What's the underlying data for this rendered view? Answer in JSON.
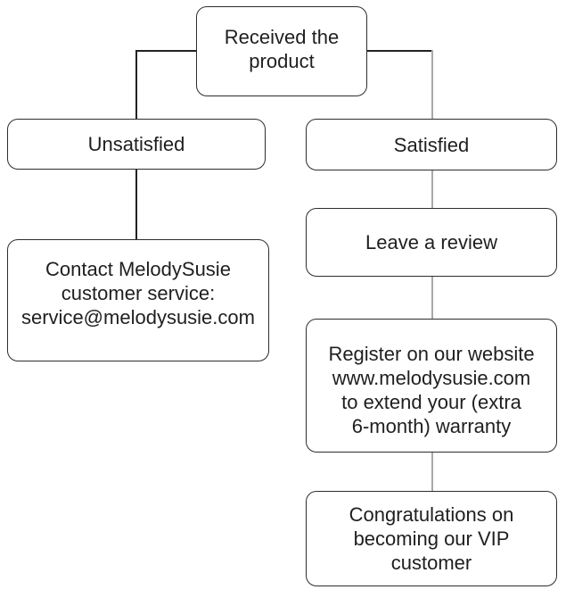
{
  "theme": {
    "bg": "#ffffff",
    "node_bg": "#ffffff",
    "node_border": "#2d2d2d",
    "text": "#1f1f1f",
    "connector_dark": "#222222",
    "connector_gray": "#a8a8a8"
  },
  "nodes": {
    "received": {
      "label": "Received the\nproduct"
    },
    "unsatisfied": {
      "label": "Unsatisfied"
    },
    "satisfied": {
      "label": "Satisfied"
    },
    "contact": {
      "label": "Contact MelodySusie\ncustomer service:\nservice@melodysusie.com"
    },
    "leave_review": {
      "label": "Leave a review"
    },
    "register": {
      "label": "Register on our website\nwww.melodysusie.com\nto extend your (extra\n6-month) warranty"
    },
    "vip": {
      "label": "Congratulations on\nbecoming our VIP\ncustomer"
    }
  },
  "edges": [
    {
      "from": "received",
      "to": "unsatisfied"
    },
    {
      "from": "received",
      "to": "satisfied"
    },
    {
      "from": "unsatisfied",
      "to": "contact"
    },
    {
      "from": "satisfied",
      "to": "leave_review"
    },
    {
      "from": "leave_review",
      "to": "register"
    },
    {
      "from": "register",
      "to": "vip"
    }
  ]
}
